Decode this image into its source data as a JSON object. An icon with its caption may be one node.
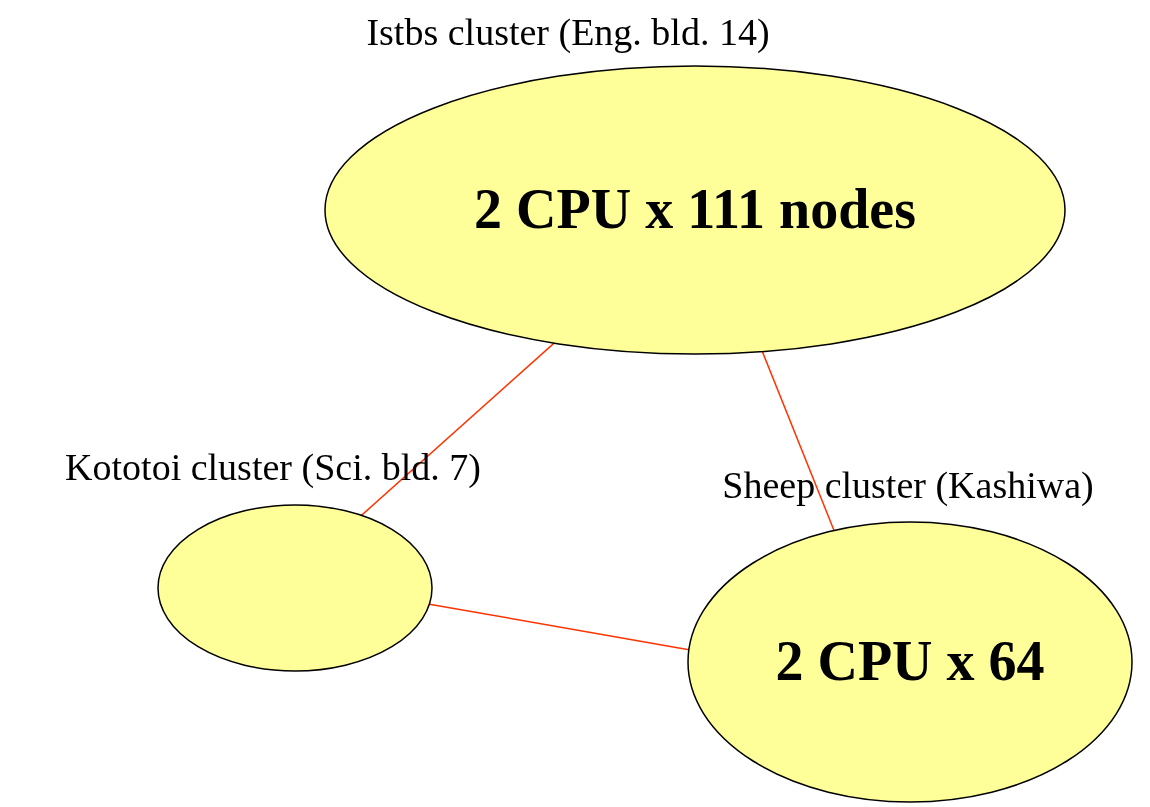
{
  "diagram": {
    "nodes": [
      {
        "text": [
          "Istbs cluster (Eng. bld. 14)",
          "2 CPU x 111 nodes"
        ]
      },
      {
        "text": [
          "Kototoi cluster (Sci. bld. 7)"
        ]
      },
      {
        "text": [
          "Sheep cluster (Kashiwa)",
          "2 CPU x 64"
        ]
      }
    ],
    "edges": [
      {
        "from": 0,
        "to": 1,
        "arrow": "none"
      },
      {
        "from": 0,
        "to": 2,
        "arrow": "none"
      },
      {
        "from": 1,
        "to": 2,
        "arrow": "none"
      }
    ]
  }
}
